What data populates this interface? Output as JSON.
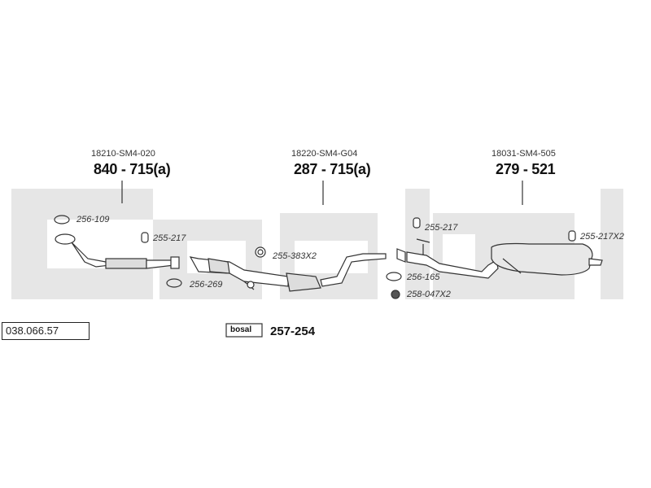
{
  "assemblies": [
    {
      "oem": "18210-SM4-020",
      "part": "840 - 715(a)"
    },
    {
      "oem": "18220-SM4-G04",
      "part": "287 - 715(a)"
    },
    {
      "oem": "18031-SM4-505",
      "part": "279 - 521"
    }
  ],
  "accessories": {
    "gasket_front": "256-109",
    "clamp_front": "255-217",
    "gasket_front_lower": "256-269",
    "mount_middle": "255-383X2",
    "clamp_rear": "255-217",
    "gasket_rear": "256-165",
    "nut_rear": "258-047X2",
    "clamp_tail": "255-217X2"
  },
  "reference": "038.066.57",
  "kit": {
    "logo": "bosal",
    "part": "257-254"
  },
  "colors": {
    "watermark": "#e6e6e6",
    "line": "#333333"
  }
}
